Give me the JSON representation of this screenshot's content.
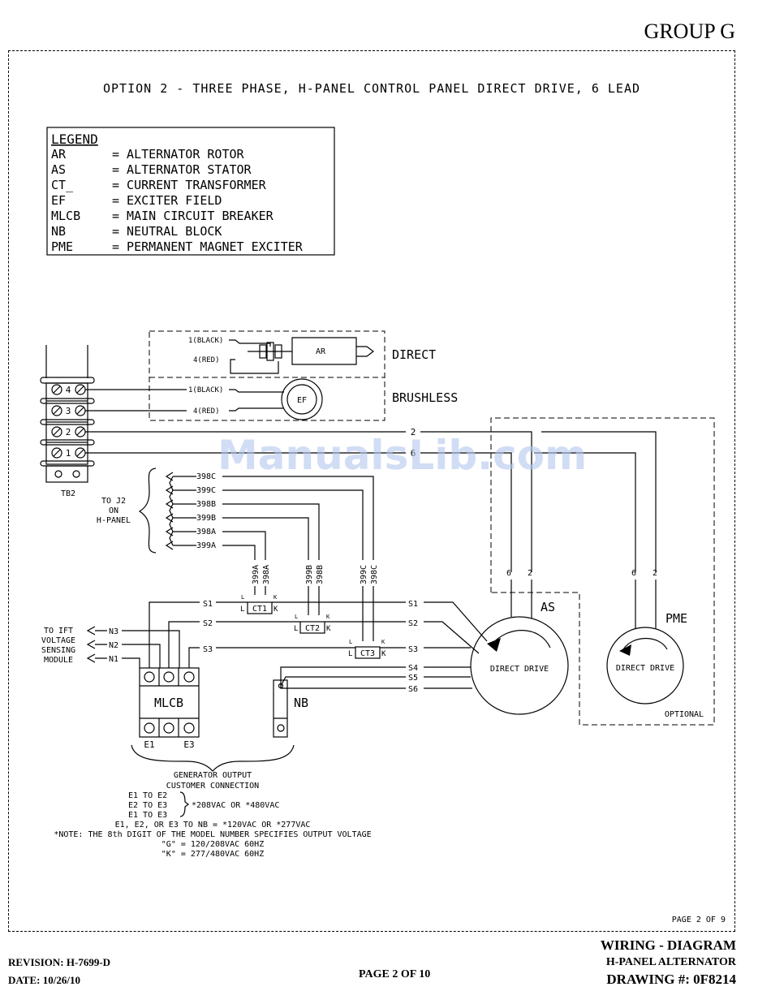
{
  "header": {
    "group": "GROUP G"
  },
  "diagram": {
    "title": "OPTION 2 - THREE PHASE, H-PANEL CONTROL PANEL DIRECT DRIVE, 6 LEAD",
    "legend": {
      "heading": "LEGEND",
      "items": [
        {
          "abbr": "AR",
          "desc": "= ALTERNATOR ROTOR"
        },
        {
          "abbr": "AS",
          "desc": "= ALTERNATOR STATOR"
        },
        {
          "abbr": "CT_",
          "desc": "= CURRENT TRANSFORMER"
        },
        {
          "abbr": "EF",
          "desc": "= EXCITER FIELD"
        },
        {
          "abbr": "MLCB",
          "desc": "= MAIN CIRCUIT BREAKER"
        },
        {
          "abbr": "NB",
          "desc": "= NEUTRAL BLOCK"
        },
        {
          "abbr": "PME",
          "desc": "= PERMANENT MAGNET EXCITER"
        }
      ]
    },
    "exciter": {
      "direct_label": "DIRECT",
      "brushless_label": "BRUSHLESS",
      "black_lead": "1(BLACK)",
      "red_lead": "4(RED)",
      "ar": "AR",
      "ef": "EF"
    },
    "tb2": {
      "label": "TB2",
      "terminals": [
        "4",
        "3",
        "2",
        "1"
      ]
    },
    "wires": {
      "w2": "2",
      "w6": "6"
    },
    "to_j2": [
      "TO J2",
      "ON",
      "H-PANEL"
    ],
    "j2_wires": [
      "398C",
      "399C",
      "398B",
      "399B",
      "398A",
      "399A"
    ],
    "ct": {
      "ct1": "CT1",
      "ct2": "CT2",
      "ct3": "CT3",
      "l": "L",
      "k": "K",
      "vert": [
        "399A",
        "398A",
        "399B",
        "398B",
        "399C",
        "398C"
      ]
    },
    "ift": [
      "TO IFT",
      "VOLTAGE",
      "SENSING",
      "MODULE"
    ],
    "n_leads": [
      "N3",
      "N2",
      "N1"
    ],
    "s_leads": [
      "S1",
      "S2",
      "S3",
      "S4",
      "S5",
      "S6"
    ],
    "mlcb": {
      "label": "MLCB",
      "e1": "E1",
      "e3": "E3"
    },
    "nb": "NB",
    "as": {
      "label": "AS",
      "rotor_label": "DIRECT DRIVE",
      "lead6": "6",
      "lead2": "2"
    },
    "pme": {
      "label": "PME",
      "rotor_label": "DIRECT DRIVE",
      "lead6": "6",
      "lead2": "2",
      "optional": "OPTIONAL"
    },
    "output_notes": {
      "line1": "GENERATOR OUTPUT",
      "line2": "CUSTOMER CONNECTION",
      "pairs": [
        "E1 TO E2",
        "E2 TO E3",
        "E1 TO E3"
      ],
      "pair_value": "*208VAC OR *480VAC",
      "nb_line": "E1, E2, OR E3 TO NB = *120VAC OR *277VAC",
      "note": "*NOTE: THE 8th DIGIT OF THE MODEL NUMBER SPECIFIES OUTPUT VOLTAGE",
      "g": "\"G\" = 120/208VAC 60HZ",
      "k": "\"K\" = 277/480VAC 60HZ"
    },
    "page_inner": "PAGE 2 OF 9"
  },
  "footer": {
    "revision": "REVISION: H-7699-D",
    "date": "DATE: 10/26/10",
    "page": "PAGE 2 OF 10",
    "title": "WIRING - DIAGRAM",
    "subtitle": "H-PANEL ALTERNATOR",
    "drawing": "DRAWING #: 0F8214"
  },
  "watermark": "ManualsLib.com"
}
